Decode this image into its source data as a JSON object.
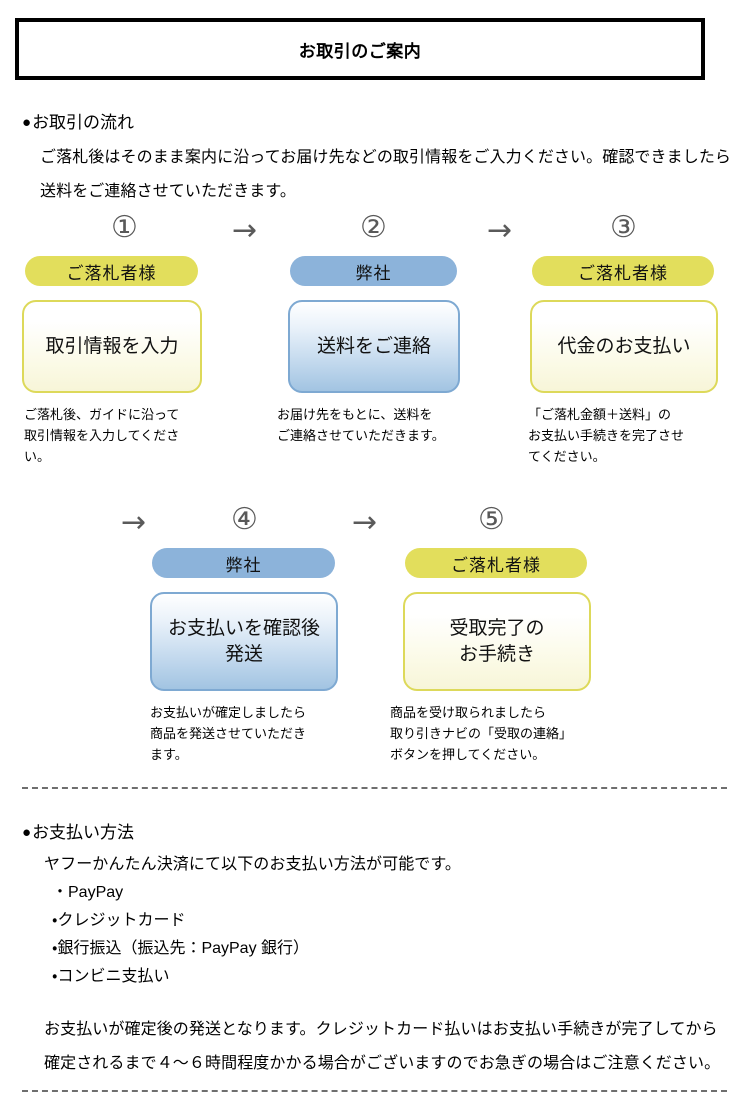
{
  "document": {
    "title": "お取引のご案内"
  },
  "flow_section": {
    "heading_bullet": "●",
    "heading": "お取引の流れ",
    "intro_lines": [
      "ご落札後はそのまま案内に沿ってお届け先などの取引情報をご入力ください。確認できましたら",
      "送料をご連絡させていただきます。"
    ],
    "arrow_glyph": "→",
    "steps": [
      {
        "number": "①",
        "role": "ご落札者様",
        "role_color": "#e2de5c",
        "action": "取引情報を入力",
        "theme": "yellow",
        "caption": "ご落札後、ガイドに沿って\n取引情報を入力してくださ\nい。"
      },
      {
        "number": "②",
        "role": "弊社",
        "role_color": "#8cb3da",
        "action": "送料をご連絡",
        "theme": "blue",
        "caption": "お届け先をもとに、送料を\nご連絡させていただきます。"
      },
      {
        "number": "③",
        "role": "ご落札者様",
        "role_color": "#e2de5c",
        "action": "代金のお支払い",
        "theme": "yellow",
        "caption": "「ご落札金額＋送料」の\nお支払い手続きを完了させ\nてください。"
      },
      {
        "number": "④",
        "role": "弊社",
        "role_color": "#8cb3da",
        "action": "お支払いを確認後\n発送",
        "theme": "blue",
        "caption": "お支払いが確定しましたら\n商品を発送させていただき\nます。"
      },
      {
        "number": "⑤",
        "role": "ご落札者様",
        "role_color": "#e2de5c",
        "action": "受取完了の\nお手続き",
        "theme": "yellow",
        "caption": "商品を受け取られましたら\n取り引きナビの「受取の連絡」\nボタンを押してください。"
      }
    ]
  },
  "payment_section": {
    "heading_bullet": "●",
    "heading": "お支払い方法",
    "lead": "ヤフーかんたん決済にて以下のお支払い方法が可能です。",
    "methods": [
      "・PayPay",
      "・クレジットカード",
      "・銀行振込（振込先：PayPay 銀行）",
      "・コンビニ支払い"
    ],
    "note_lines": [
      "お支払いが確定後の発送となります。クレジットカード払いはお支払い手続きが完了してから",
      "確定されるまで４～６時間程度かかる場合がございますのでお急ぎの場合はご注意ください。"
    ]
  },
  "colors": {
    "yellow_pill": "#e2de5c",
    "yellow_border": "#ddd95a",
    "blue_pill": "#8cb3da",
    "blue_border": "#7ea9d2",
    "arrow": "#5a5a5a",
    "rule": "#6e6e6e",
    "text": "#000000"
  }
}
